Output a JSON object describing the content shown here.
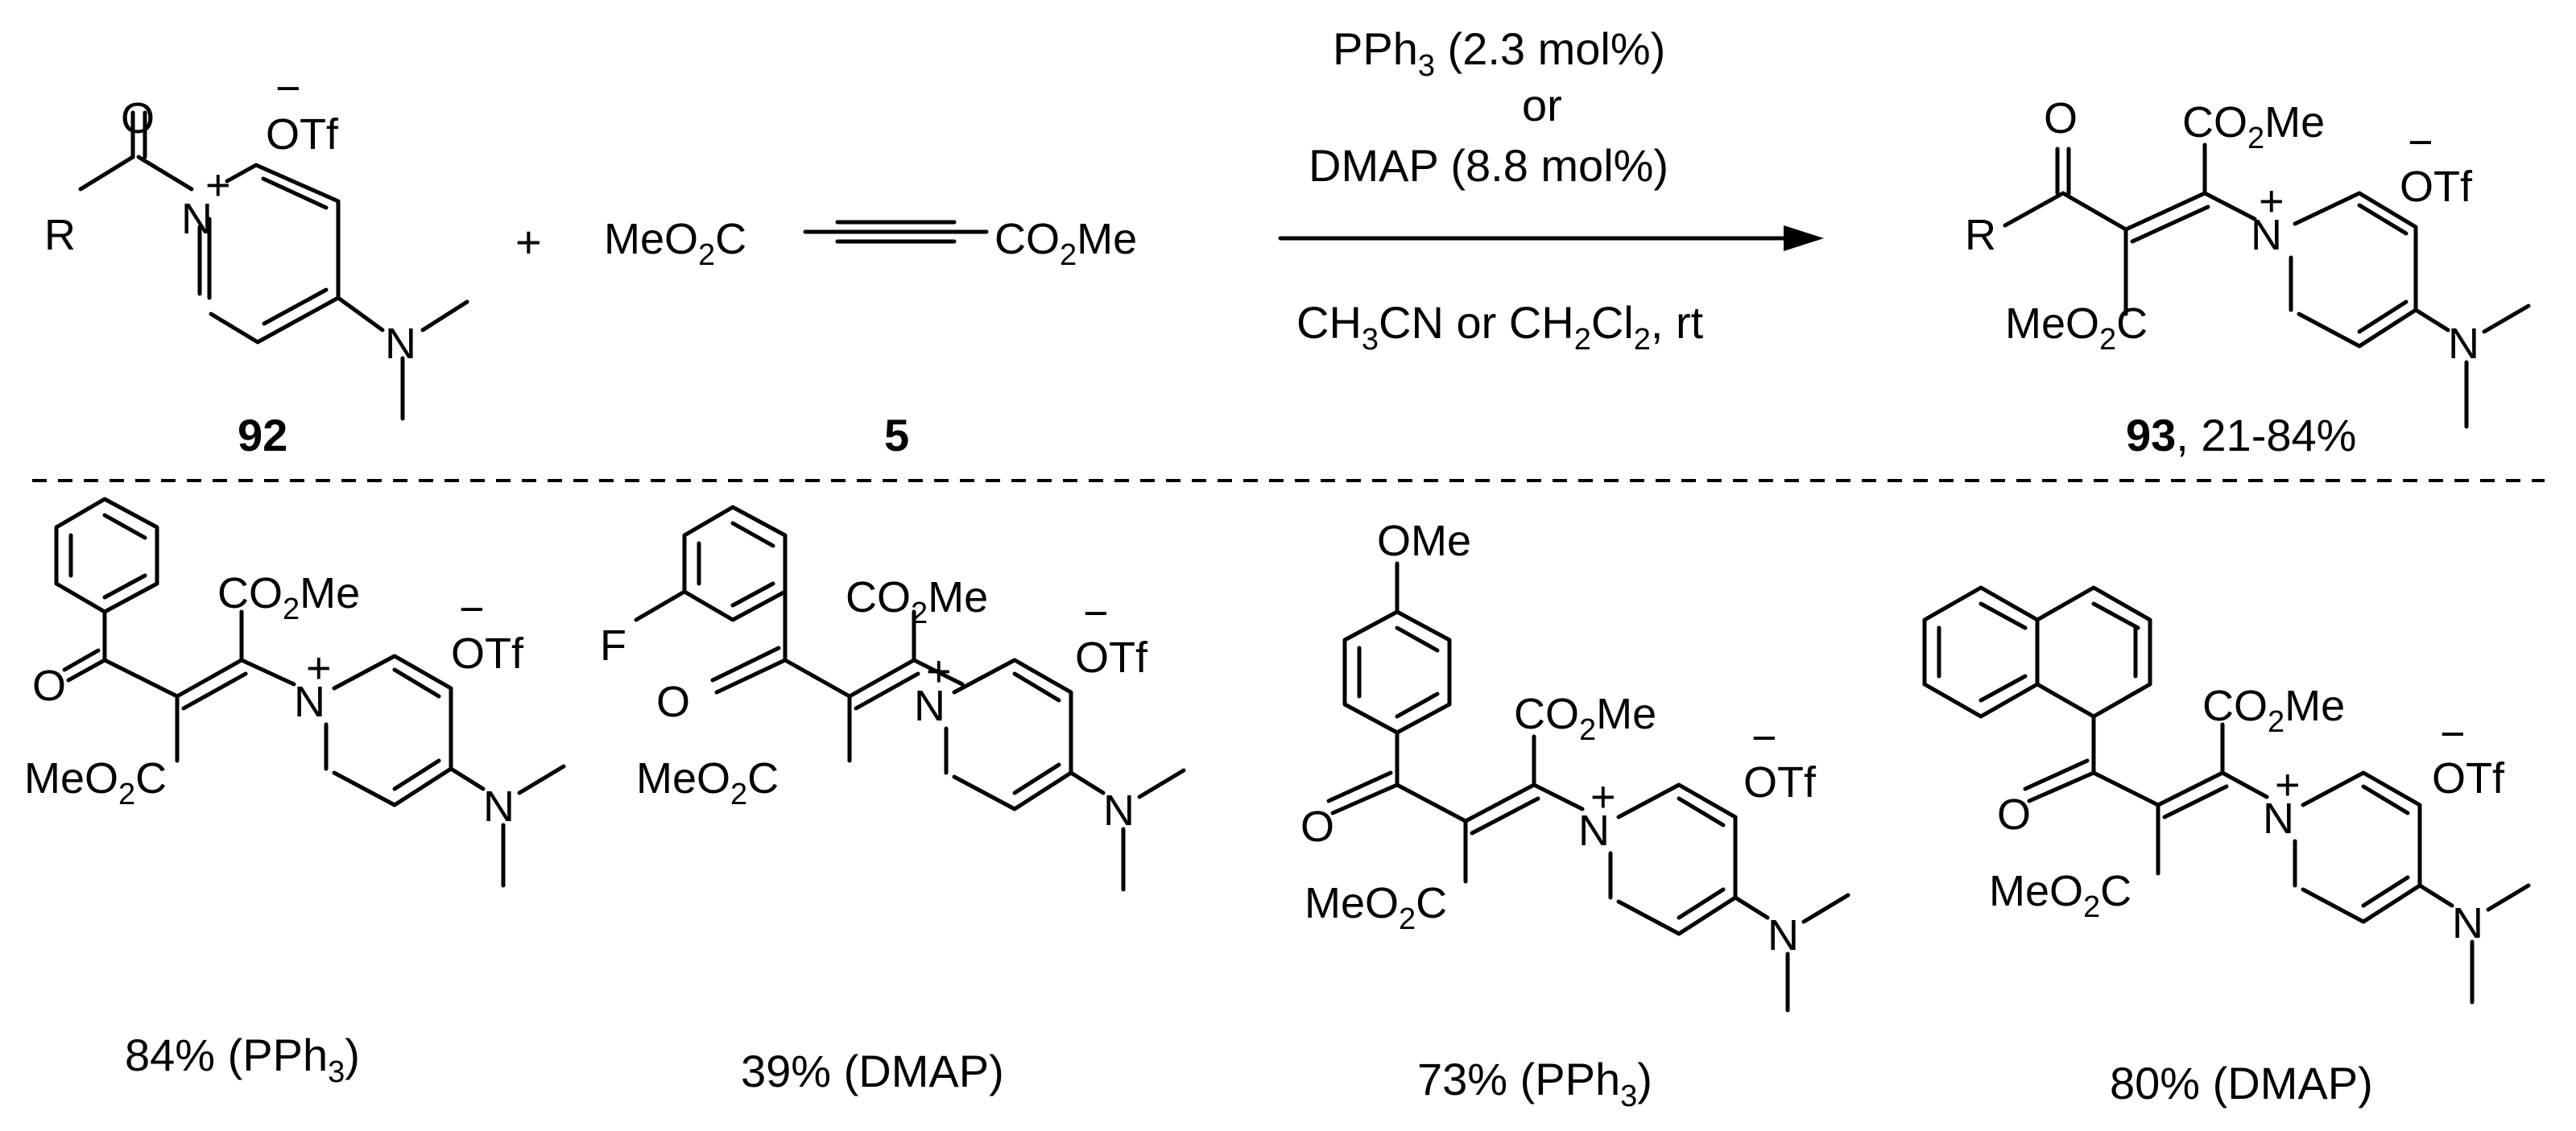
{
  "labels": {
    "O": "O",
    "R": "R",
    "N": "N",
    "plus": "+",
    "minus": "−",
    "OTf": "OTf",
    "CO2Me_a": "CO",
    "CO2Me_b": "2",
    "CO2Me_c": "Me",
    "MeO2C_a": "MeO",
    "MeO2C_b": "2",
    "MeO2C_c": "C",
    "F": "F",
    "OMe": "OMe"
  },
  "reagent_92": {
    "number": "92"
  },
  "reagent_5": {
    "number": "5"
  },
  "conditions": {
    "line1_a": "PPh",
    "line1_b": "3",
    "line1_c": " (2.3 mol%)",
    "line2": "or",
    "line3": "DMAP (8.8 mol%)",
    "line4_a": "CH",
    "line4_b": "3",
    "line4_c": "CN or CH",
    "line4_d": "2",
    "line4_e": "Cl",
    "line4_f": "2",
    "line4_g": ", rt"
  },
  "product_93": {
    "number": "93",
    "yield_range": ", 21-84%"
  },
  "examples": [
    {
      "yield": "84%",
      "catalyst_a": " (PPh",
      "catalyst_b": "3",
      "catalyst_c": ")"
    },
    {
      "yield": "39%",
      "catalyst": " (DMAP)"
    },
    {
      "yield": "73%",
      "catalyst_a": " (PPh",
      "catalyst_b": "3",
      "catalyst_c": ")"
    },
    {
      "yield": "80%",
      "catalyst": " (DMAP)"
    }
  ]
}
